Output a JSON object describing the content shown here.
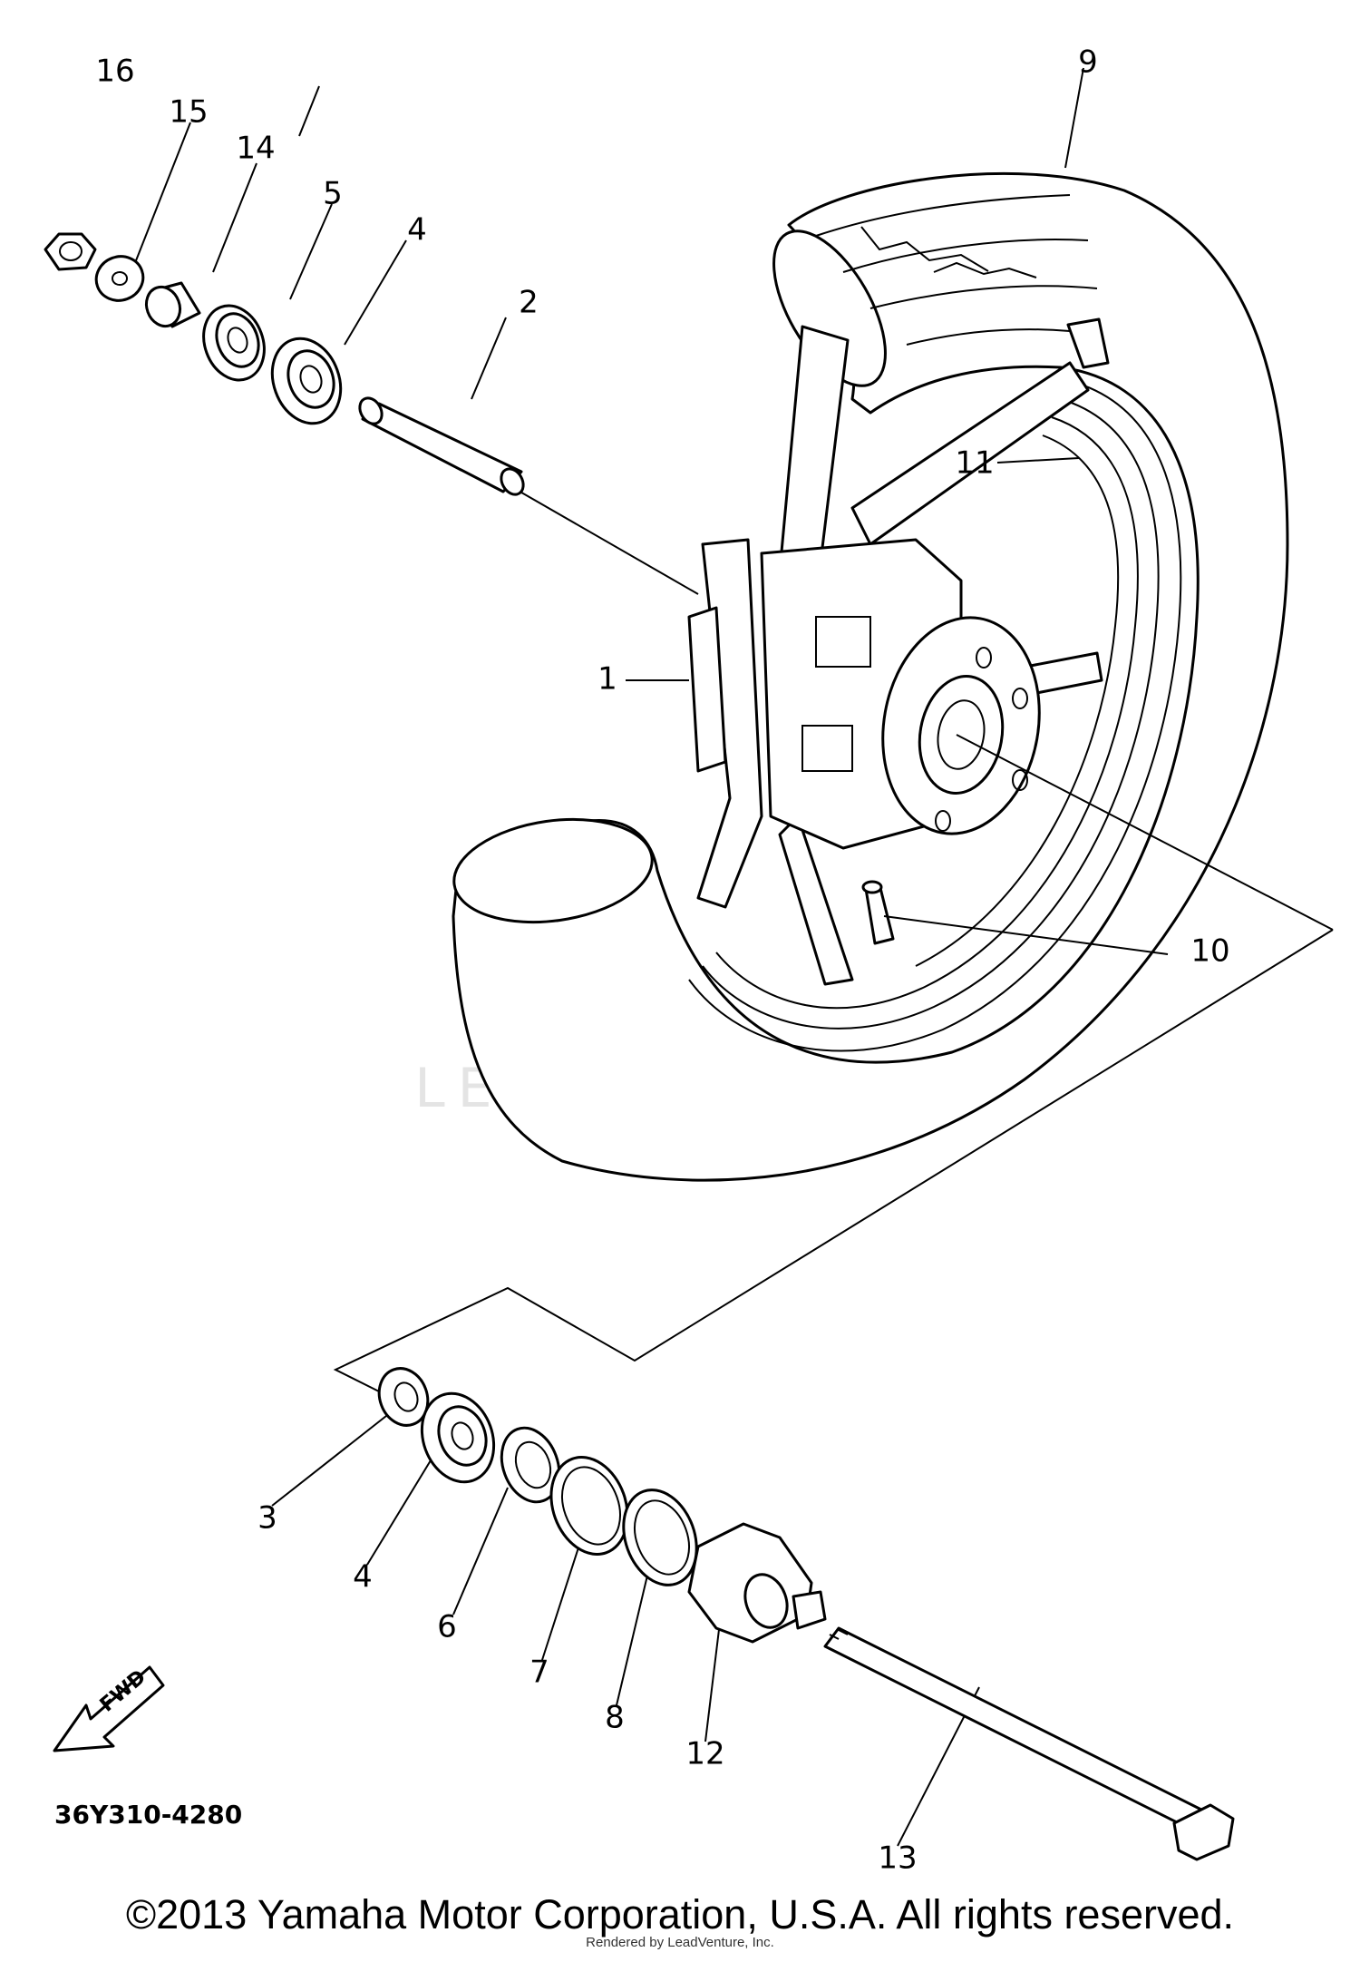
{
  "diagram": {
    "part_numbers": [
      "1",
      "2",
      "3",
      "4",
      "4",
      "5",
      "6",
      "7",
      "8",
      "9",
      "10",
      "11",
      "12",
      "13",
      "14",
      "15",
      "16"
    ],
    "diagram_code": "36Y310-4280",
    "fwd_arrow_text": "FWD",
    "watermark": "LEADVENTURE"
  },
  "footer": {
    "copyright": "©2013 Yamaha Motor Corporation, U.S.A. All rights reserved.",
    "rendered_by": "Rendered by LeadVenture, Inc."
  }
}
